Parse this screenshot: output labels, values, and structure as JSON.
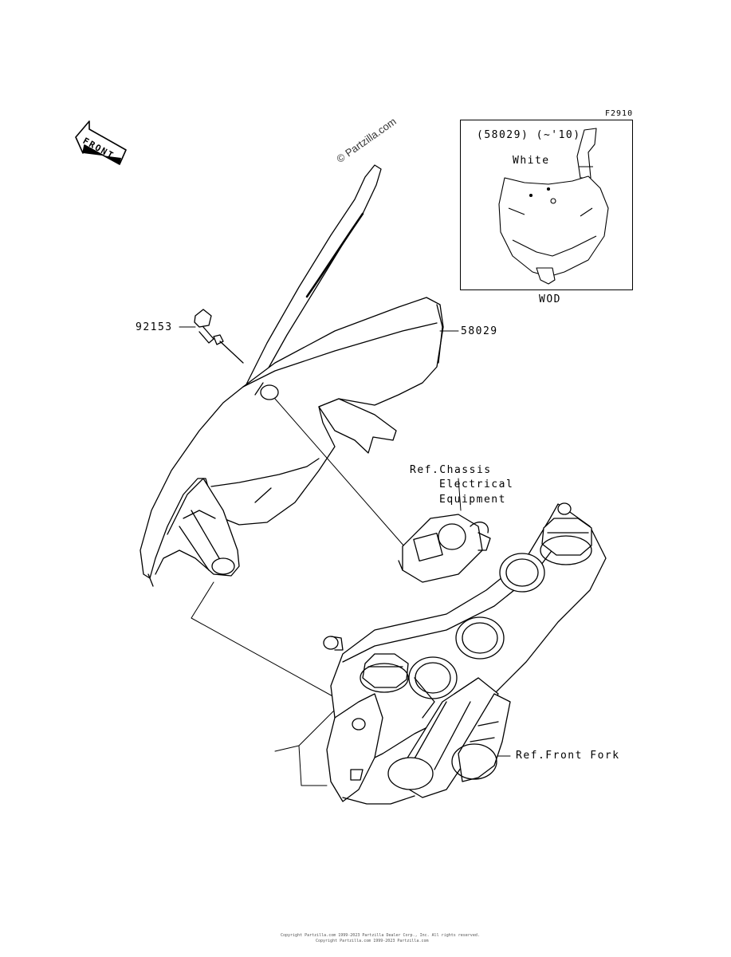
{
  "diagram": {
    "figure_code": "F2910",
    "front_arrow_text": "FRONT",
    "watermark": "© Partzilla.com",
    "inset": {
      "part_note": "(58029) (~'10)",
      "color_label": "White",
      "variant": "WOD"
    },
    "callouts": {
      "part_92153": "92153",
      "part_58029": "58029",
      "ref_chassis_line1": "Ref.Chassis",
      "ref_chassis_line2": "Electrical",
      "ref_chassis_line3": "Equipment",
      "ref_front_fork": "Ref.Front Fork"
    },
    "footer": {
      "line1": "Copyright Partzilla.com 1999-2023 Partzilla Dealer Corp., Inc. All rights reserved.",
      "line2": "Copyright Partzilla.com 1999-2023 Partzilla.com"
    }
  }
}
